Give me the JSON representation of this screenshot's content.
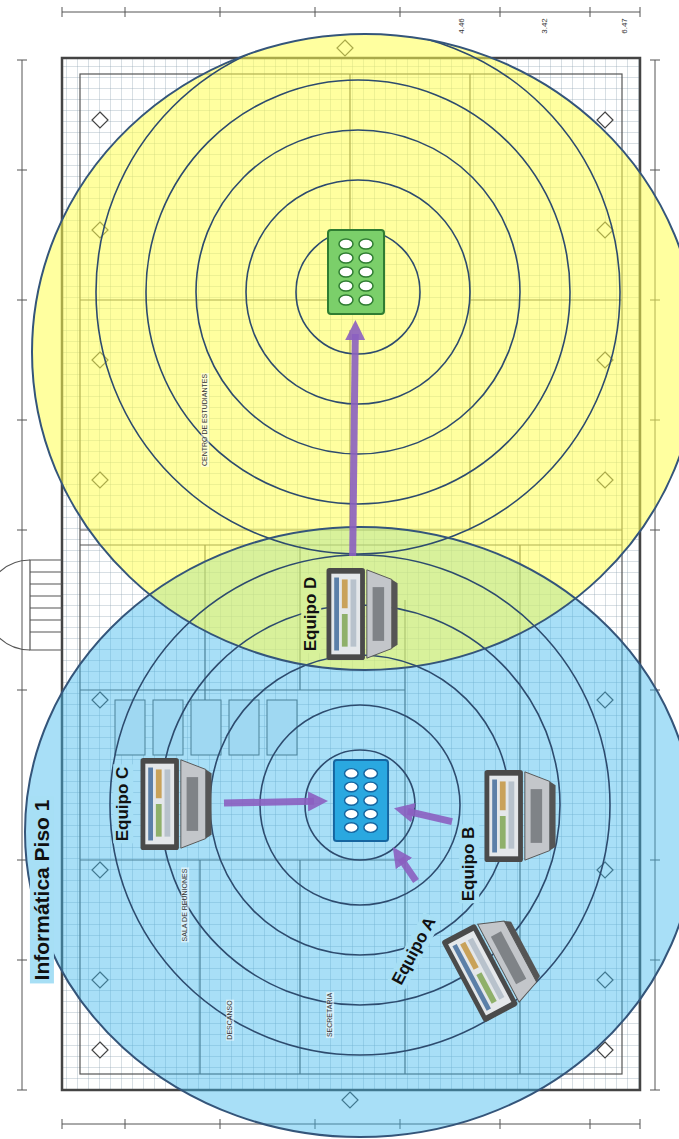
{
  "diagram": {
    "title": "Informática Piso 1",
    "nodes": [
      {
        "text": []
      },
      {
        "text": [
          "Equipo D"
        ]
      },
      {
        "text": [
          "Equipo C"
        ]
      },
      {
        "text": []
      },
      {
        "text": [
          "Equipo B"
        ]
      },
      {
        "text": [
          "Equipo A"
        ]
      }
    ],
    "edges": [
      {
        "from": 1,
        "to": 0,
        "arrow": "to"
      },
      {
        "from": 2,
        "to": 3,
        "arrow": "to"
      },
      {
        "from": 4,
        "to": 3,
        "arrow": "to"
      },
      {
        "from": 5,
        "to": 3,
        "arrow": "to"
      }
    ],
    "labels": [
      "4.46",
      "3.42",
      "6.47",
      "CENTRO DE ESTUDIANTES",
      "SALA DE REUNIONES",
      "DESCANSO",
      "SECRETARIA"
    ]
  }
}
